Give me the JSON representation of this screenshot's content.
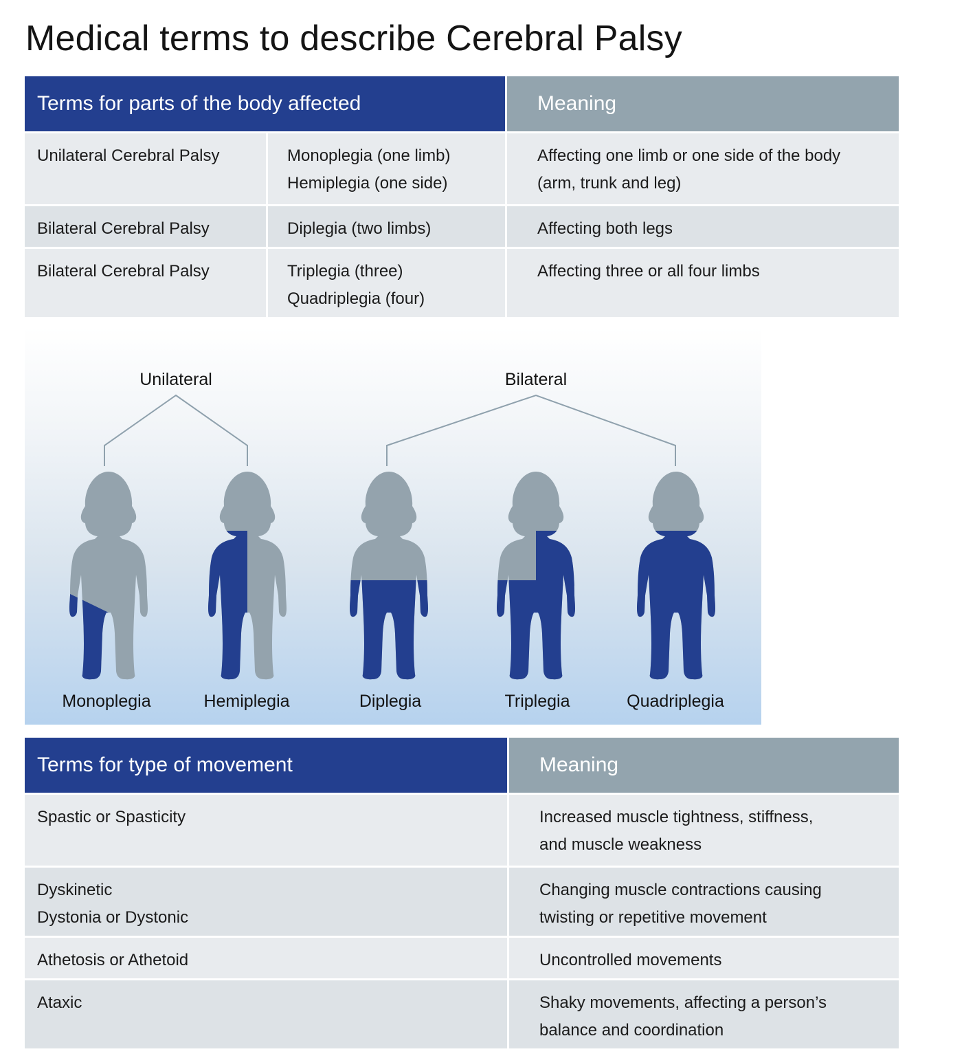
{
  "title": "Medical terms to describe Cerebral Palsy",
  "colors": {
    "navy": "#233f8f",
    "grey_header": "#93a4ae",
    "figure_grey": "#94a3ad"
  },
  "body_table": {
    "header_left": "Terms for parts of the body affected",
    "header_right": "Meaning",
    "rows": [
      {
        "type": "Unilateral Cerebral Palsy",
        "terms": [
          "Monoplegia (one limb)",
          "Hemiplegia (one side)"
        ],
        "meaning": [
          "Affecting one limb or one side of the body",
          "(arm, trunk and leg)"
        ]
      },
      {
        "type": "Bilateral Cerebral Palsy",
        "terms": [
          "Diplegia (two limbs)"
        ],
        "meaning": [
          "Affecting both legs"
        ]
      },
      {
        "type": "Bilateral Cerebral Palsy",
        "terms": [
          "Triplegia (three)",
          "Quadriplegia (four)"
        ],
        "meaning": [
          "Affecting three or all four limbs"
        ]
      }
    ]
  },
  "illustration": {
    "groups": {
      "unilateral": "Unilateral",
      "bilateral": "Bilateral"
    },
    "figures": [
      {
        "label": "Monoplegia",
        "affected": "one-leg"
      },
      {
        "label": "Hemiplegia",
        "affected": "one-side"
      },
      {
        "label": "Diplegia",
        "affected": "both-legs"
      },
      {
        "label": "Triplegia",
        "affected": "three-limbs"
      },
      {
        "label": "Quadriplegia",
        "affected": "all-four-limbs"
      }
    ]
  },
  "movement_table": {
    "header_left": "Terms for type of movement",
    "header_right": "Meaning",
    "rows": [
      {
        "term": [
          "Spastic or Spasticity"
        ],
        "meaning": [
          "Increased muscle tightness, stiffness,",
          "and muscle weakness"
        ]
      },
      {
        "term": [
          "Dyskinetic",
          "Dystonia or Dystonic"
        ],
        "meaning": [
          "Changing muscle contractions causing",
          "twisting or repetitive movement"
        ]
      },
      {
        "term": [
          "Athetosis or Athetoid"
        ],
        "meaning": [
          "Uncontrolled movements"
        ]
      },
      {
        "term": [
          "Ataxic"
        ],
        "meaning": [
          "Shaky movements, affecting a person’s",
          "balance and coordination"
        ]
      }
    ]
  }
}
